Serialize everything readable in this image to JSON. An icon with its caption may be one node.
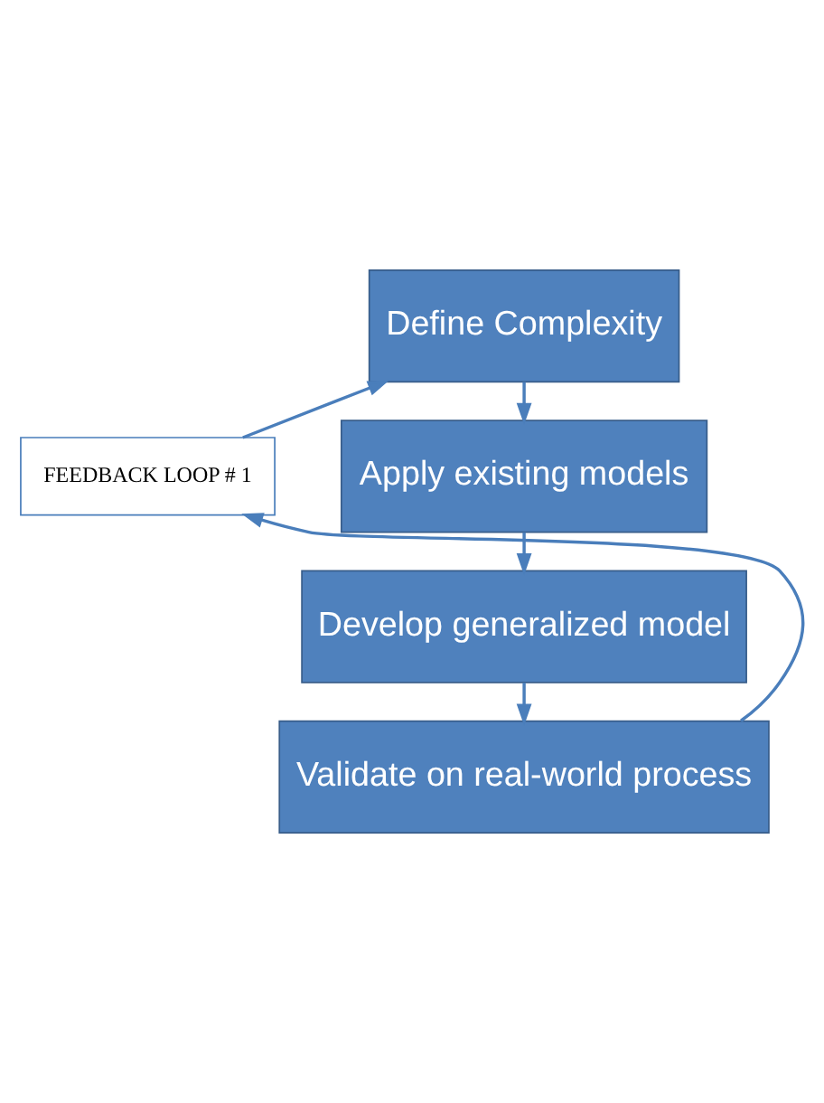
{
  "diagram": {
    "nodes": [
      {
        "text": [
          "Define Complexity"
        ]
      },
      {
        "text": [
          "Apply existing models"
        ]
      },
      {
        "text": [
          "Develop generalized model"
        ]
      },
      {
        "text": [
          "Validate on real-world process"
        ]
      },
      {
        "text": [
          "FEEDBACK LOOP # 1"
        ]
      }
    ],
    "edges": [
      {
        "from": 0,
        "to": 1,
        "arrow": "to"
      },
      {
        "from": 1,
        "to": 2,
        "arrow": "to"
      },
      {
        "from": 2,
        "to": 3,
        "arrow": "to"
      },
      {
        "from": 3,
        "to": 4,
        "arrow": "to"
      },
      {
        "from": 4,
        "to": 0,
        "arrow": "to"
      }
    ]
  }
}
